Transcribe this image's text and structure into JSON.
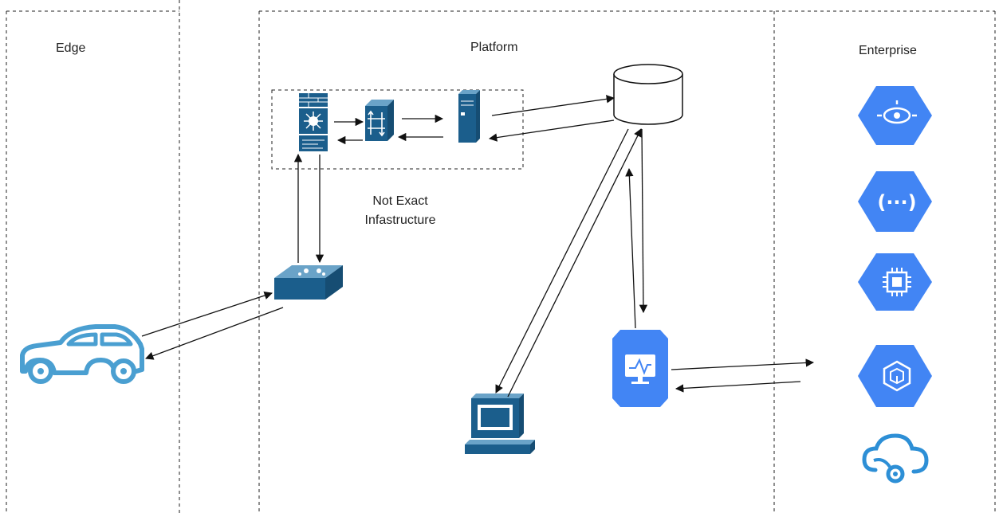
{
  "zones": {
    "edge": "Edge",
    "platform": "Platform",
    "enterprise": "Enterprise"
  },
  "infrastructure_note": {
    "line1": "Not Exact",
    "line2": "Infastructure"
  },
  "colors": {
    "network_blue": "#1b5e8c",
    "car_blue": "#4a9fd1",
    "gcp_blue": "#4285f4",
    "azure_blue": "#2d8fd6",
    "line": "#111111"
  },
  "icons": {
    "firewall": "firewall-icon",
    "switch": "layer3-switch-icon",
    "server": "server-icon",
    "database": "database-icon",
    "router": "wireless-router-icon",
    "car": "car-icon",
    "workstation": "workstation-icon",
    "monitoring": "gcp-monitoring-icon",
    "enterprise": [
      "gcp-vision-icon",
      "gcp-api-icon",
      "gcp-compute-icon",
      "gcp-kubernetes-icon",
      "azure-cloud-icon"
    ]
  }
}
